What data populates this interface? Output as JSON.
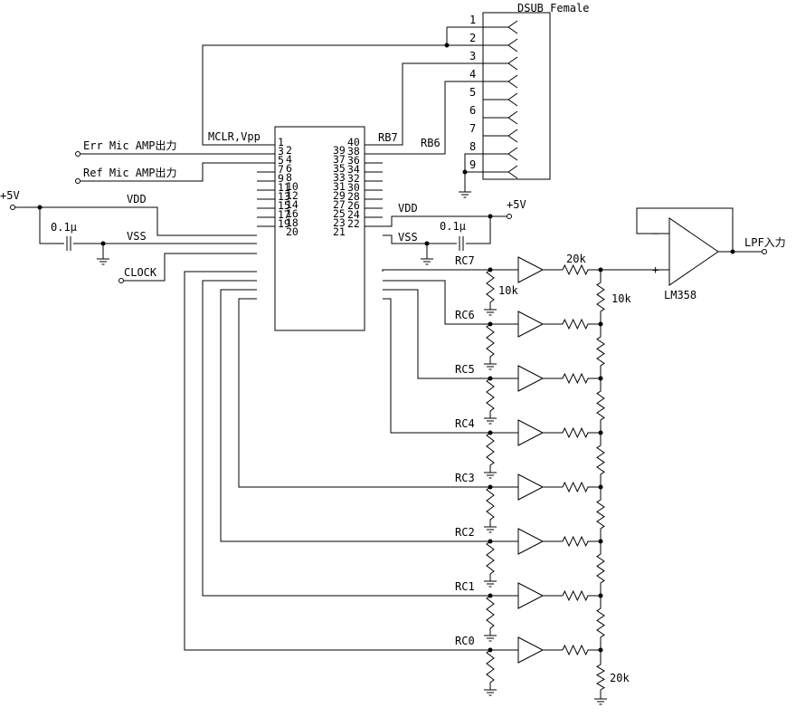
{
  "labels": {
    "dsub": "DSUB Female",
    "mclr": "MCLR,Vpp",
    "rb7": "RB7",
    "rb6": "RB6",
    "err_mic": "Err Mic AMP出力",
    "ref_mic": "Ref Mic AMP出力",
    "plus5v_left": "+5V",
    "vdd_left": "VDD",
    "vss_left": "VSS",
    "cap_left": "0.1μ",
    "clock": "CLOCK",
    "vdd_right": "VDD",
    "vss_right": "VSS",
    "plus5v_right": "+5V",
    "cap_right": "0.1μ",
    "r20k_top": "20k",
    "r10k_pull": "10k",
    "r10k_ladder": "10k",
    "r20k_bottom": "20k",
    "opamp": "LM358",
    "lpf": "LPF入力",
    "opamp_minus": "−",
    "opamp_plus": "+"
  },
  "dsub_pins": [
    "1",
    "2",
    "3",
    "4",
    "5",
    "6",
    "7",
    "8",
    "9"
  ],
  "ic_left_pins": [
    "1",
    "2",
    "3",
    "4",
    "5",
    "6",
    "7",
    "8",
    "9",
    "10",
    "11",
    "12",
    "13",
    "14",
    "15",
    "16",
    "17",
    "18",
    "19",
    "20"
  ],
  "ic_right_pins": [
    "40",
    "39",
    "38",
    "37",
    "36",
    "35",
    "34",
    "33",
    "32",
    "31",
    "30",
    "29",
    "28",
    "27",
    "26",
    "25",
    "24",
    "23",
    "22",
    "21"
  ],
  "port_labels": [
    "RC7",
    "RC6",
    "RC5",
    "RC4",
    "RC3",
    "RC2",
    "RC1",
    "RC0"
  ]
}
